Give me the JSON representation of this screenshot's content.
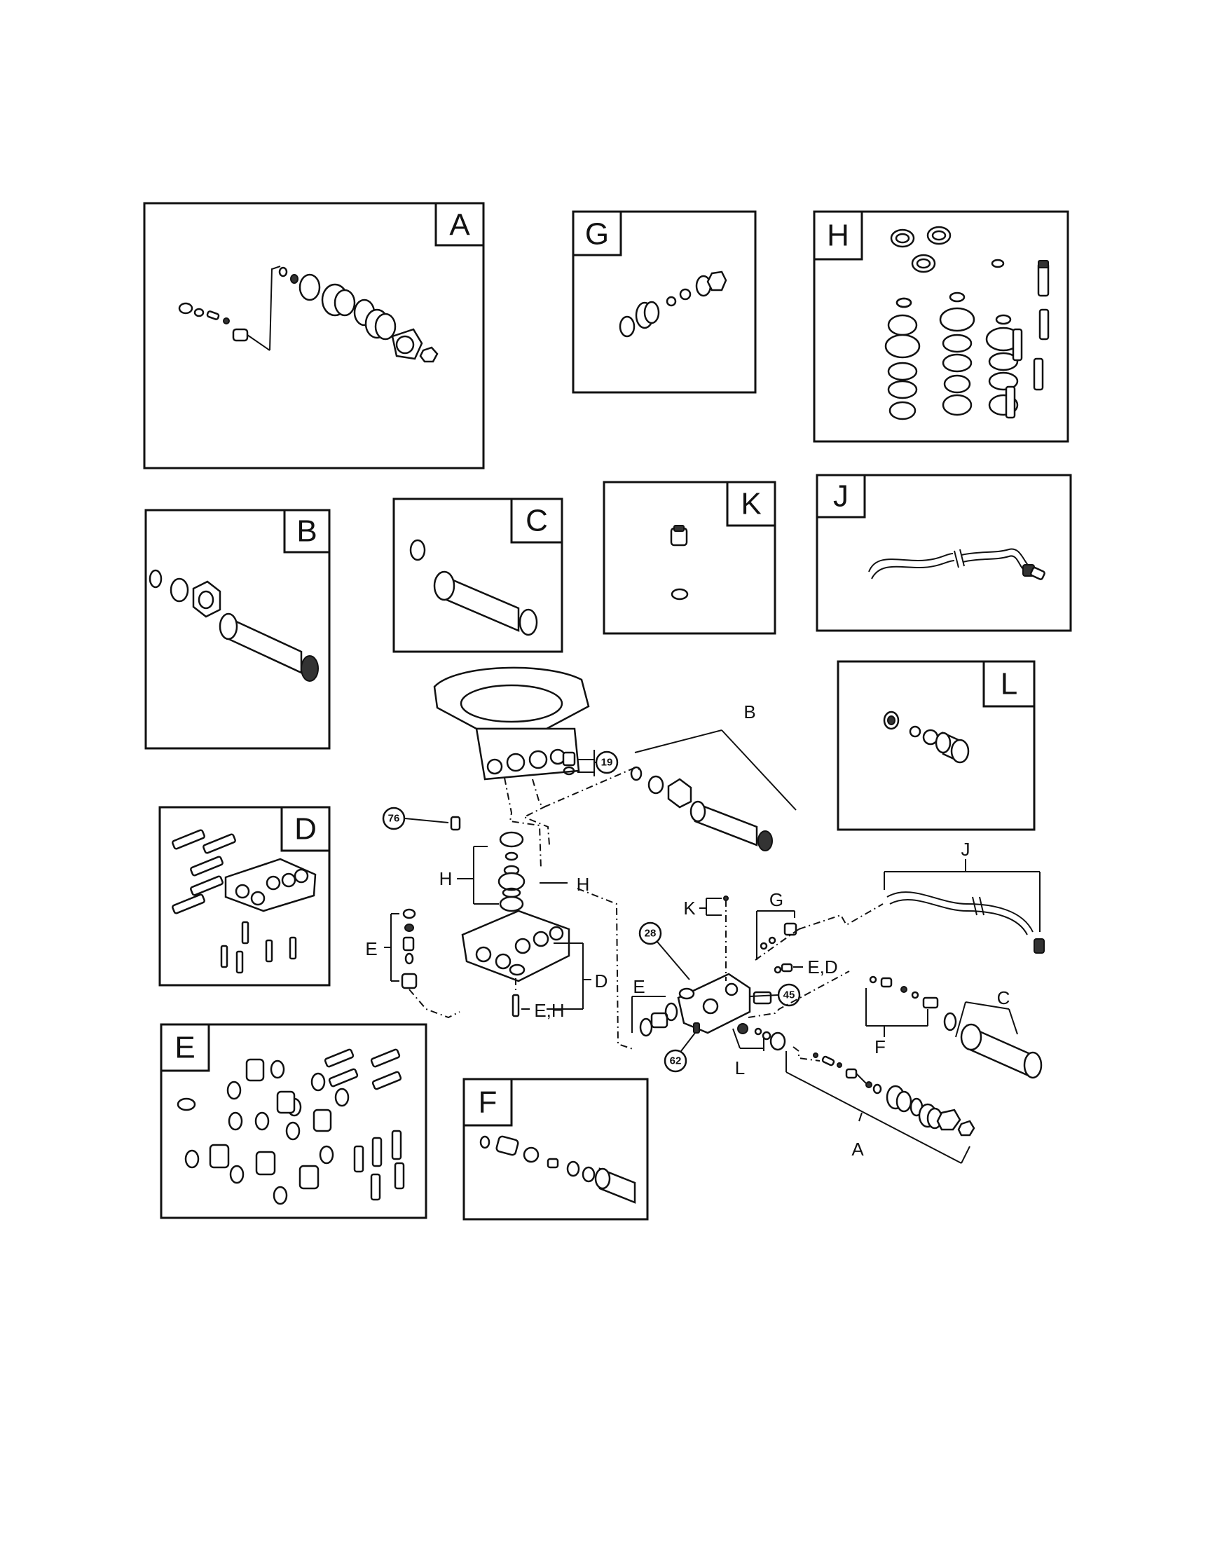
{
  "panels": {
    "A": "A",
    "G": "G",
    "H": "H",
    "B": "B",
    "C": "C",
    "K": "K",
    "J": "J",
    "L": "L",
    "D": "D",
    "E": "E",
    "F": "F"
  },
  "callouts": {
    "c19": "19",
    "c76": "76",
    "c28": "28",
    "c45": "45",
    "c62": "62"
  },
  "assembly_labels": {
    "B": "B",
    "H_left": "H",
    "H_right": "H",
    "E_left": "E",
    "D": "D",
    "EH": "E,H",
    "K": "K",
    "G": "G",
    "J": "J",
    "ED": "E,D",
    "E_mid": "E",
    "F": "F",
    "C": "C",
    "L": "L",
    "A": "A"
  }
}
